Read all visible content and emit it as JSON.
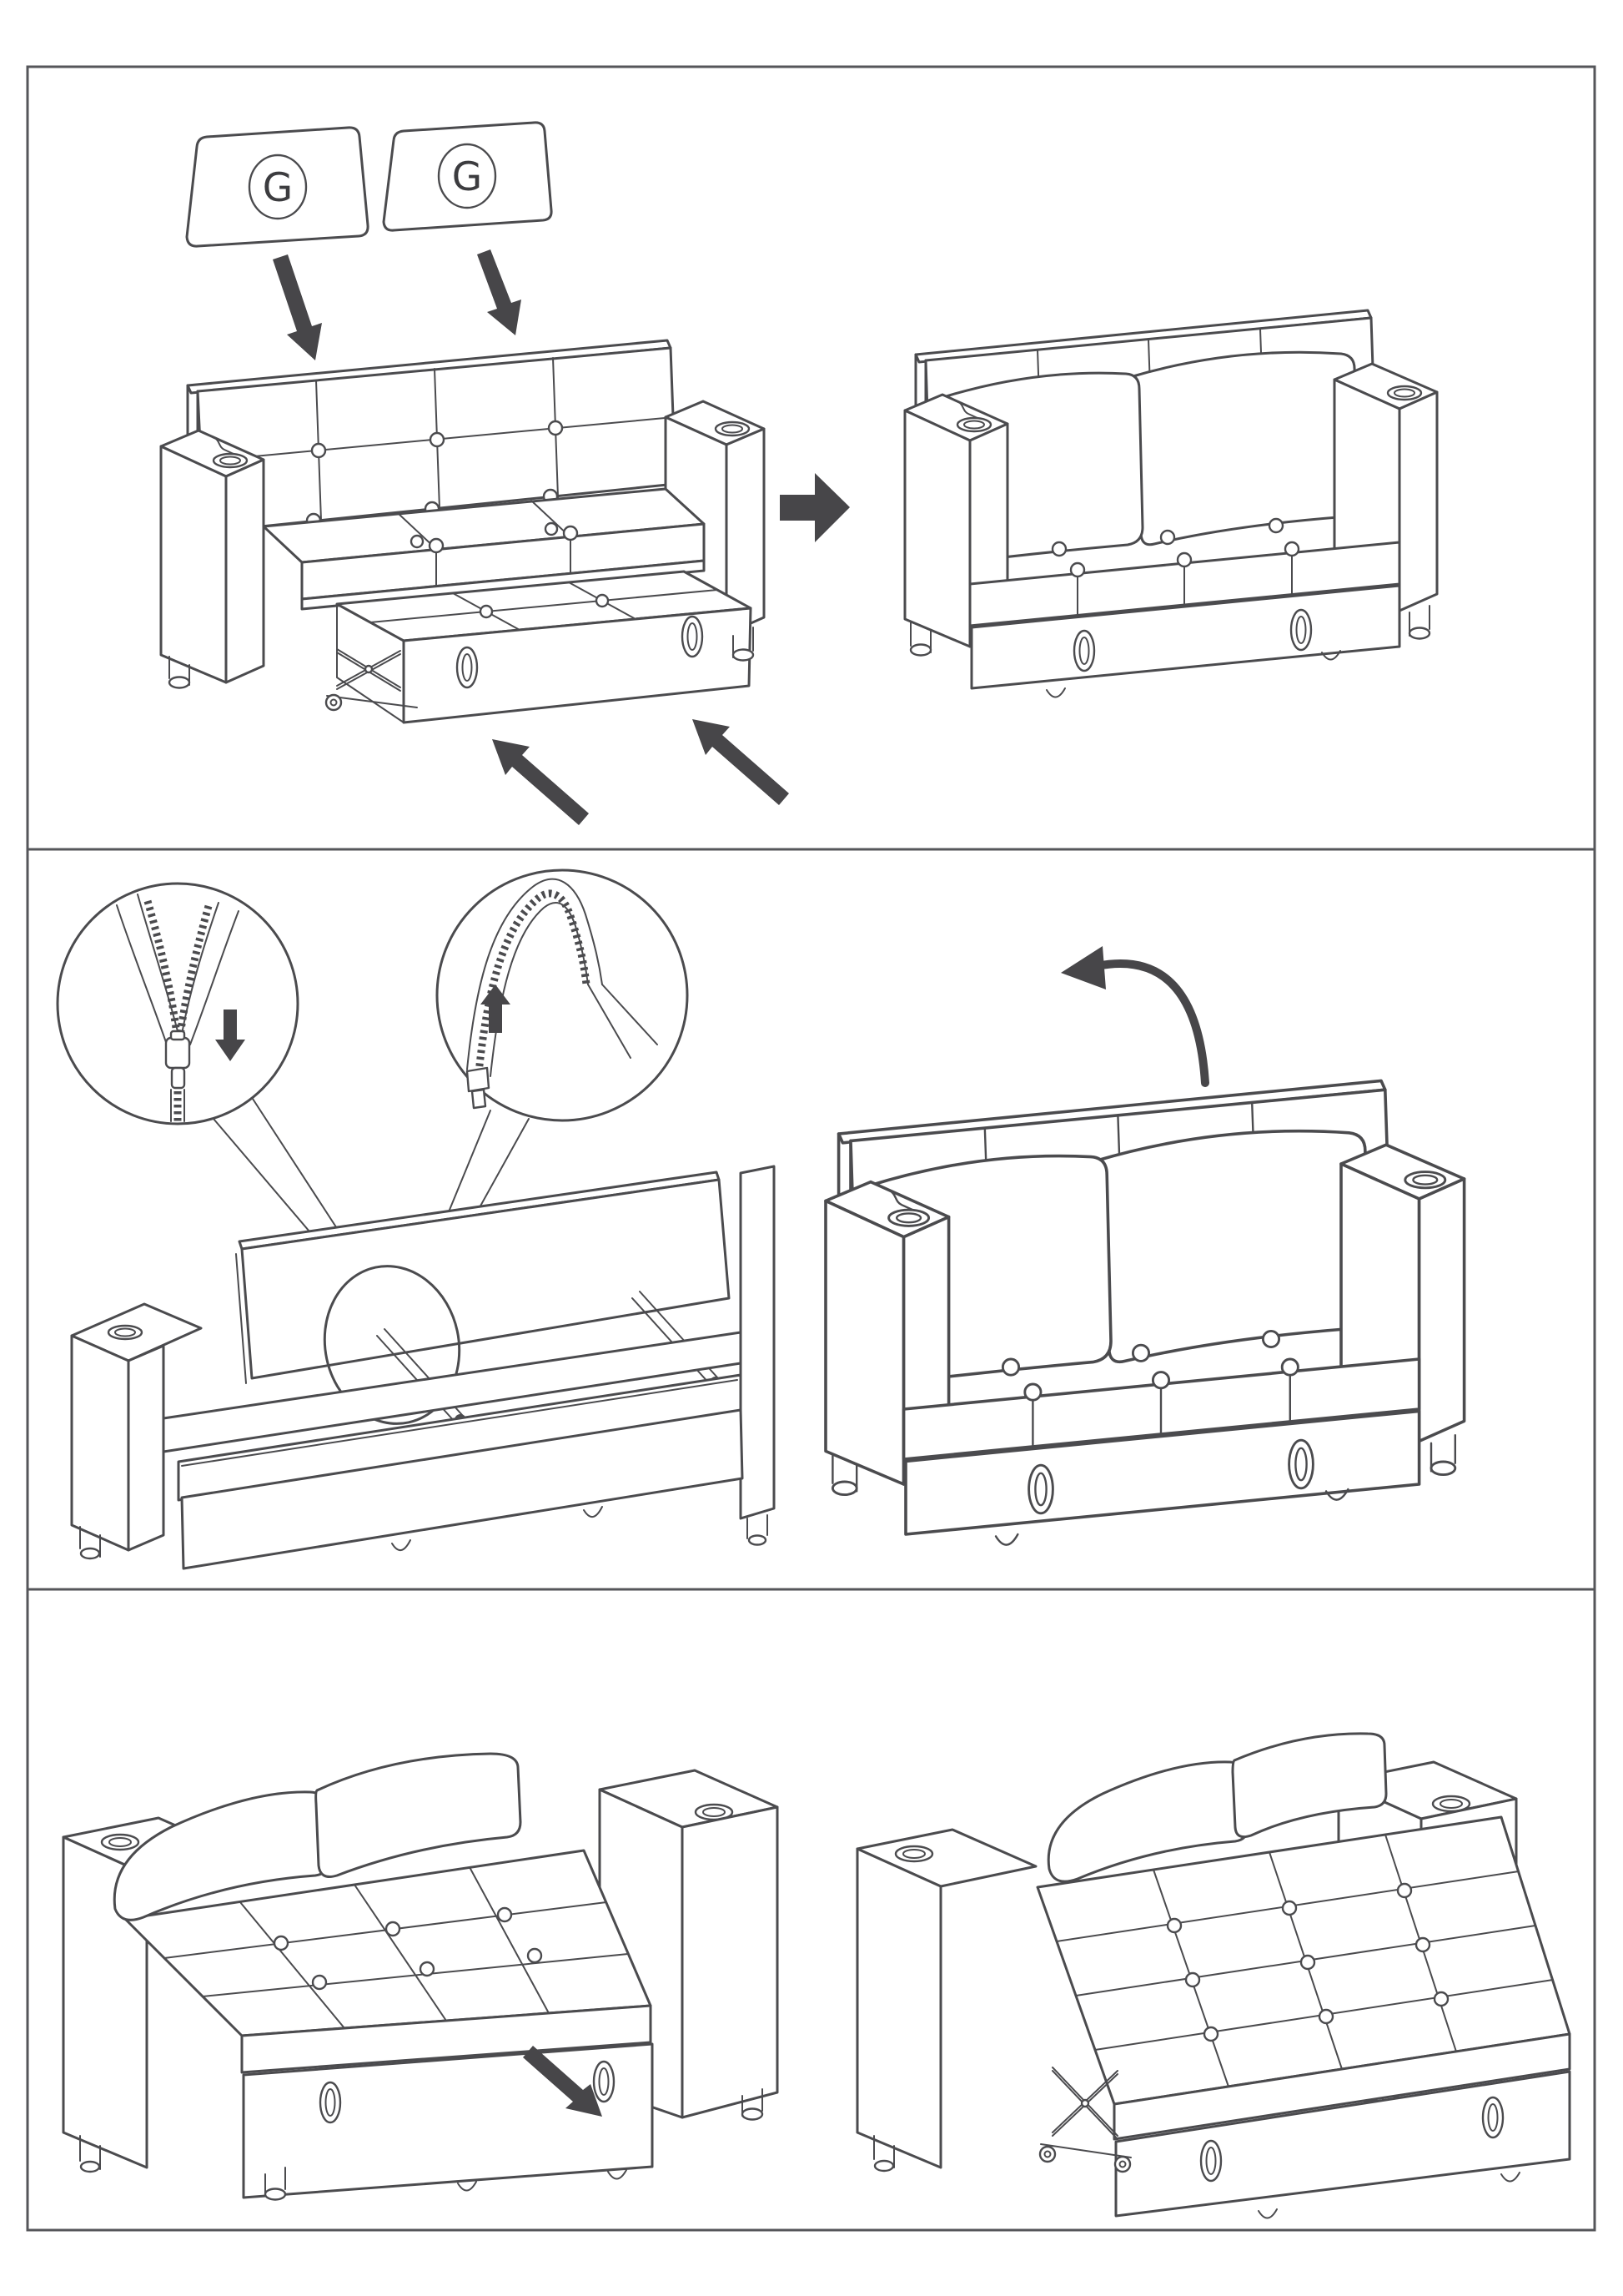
{
  "document": {
    "kind": "furniture assembly instruction sheet",
    "visible_text": [
      "G",
      "G"
    ]
  },
  "colors": {
    "background": "#ffffff",
    "line": "#4b4b4e",
    "arrow": "#474649"
  },
  "panels": [
    {
      "id": "step-1",
      "content": "two headrest cushions labeled G dropped onto sofa back; pull-out box pushed in; result sofa on right",
      "part_labels": [
        {
          "label": "G"
        },
        {
          "label": "G"
        }
      ],
      "icons": [
        "down-arrow-icon",
        "down-arrow-icon",
        "push-in-arrow-icon",
        "push-in-arrow-icon",
        "right-block-arrow-icon"
      ]
    },
    {
      "id": "step-2",
      "content": "zipper detail circles (unzip down / zip up around frame rod), rear frame view with hinge rods, backrest folded up on finished sofa",
      "part_labels": [],
      "icons": [
        "unzip-down-arrow-icon",
        "zip-up-arrow-icon",
        "fold-up-curved-arrow-icon"
      ]
    },
    {
      "id": "step-3",
      "content": "backrest folded flat into bed; pull-out section drawn forward to full bed on scissor legs",
      "part_labels": [],
      "icons": [
        "pull-out-arrow-icon"
      ]
    }
  ]
}
